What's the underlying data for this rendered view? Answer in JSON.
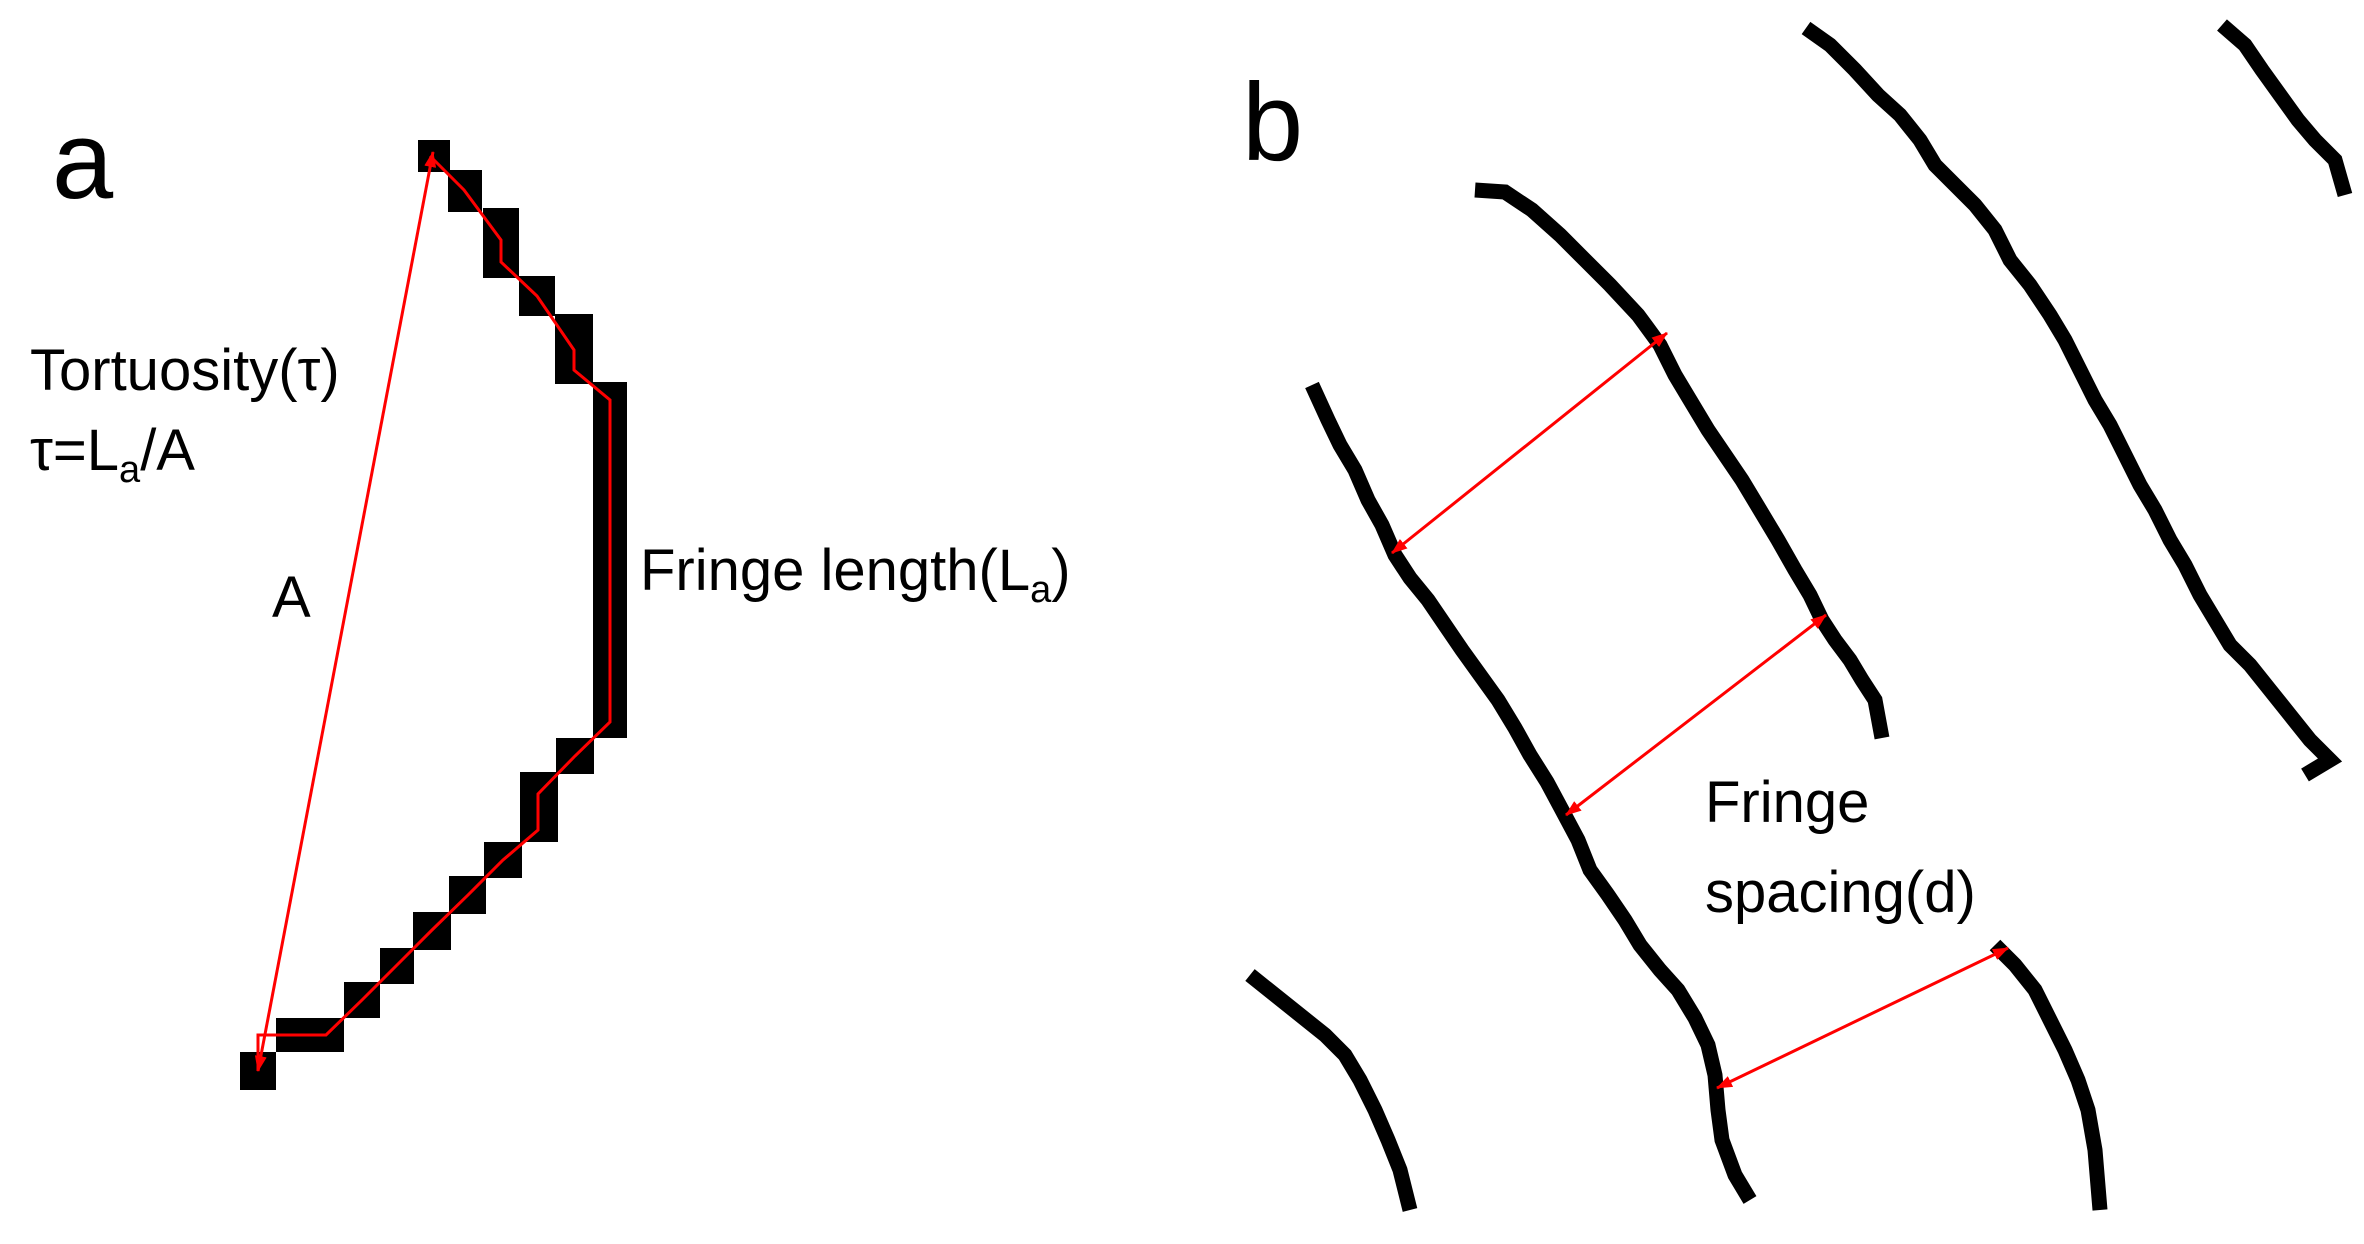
{
  "panel_a": {
    "label": "a",
    "tortuosity_title": "Tortuosity(τ)",
    "tortuosity_formula_prefix": "τ=L",
    "tortuosity_formula_sub": "a",
    "tortuosity_formula_suffix": "/A",
    "chord_label": "A",
    "fringe_length_prefix": "Fringe length(L",
    "fringe_length_sub": "a",
    "fringe_length_suffix": ")"
  },
  "panel_b": {
    "label": "b",
    "spacing_line1": "Fringe",
    "spacing_line2": "spacing(d)"
  },
  "colors": {
    "fringe": "#000000",
    "arrow": "#ff0000",
    "text": "#000000"
  }
}
